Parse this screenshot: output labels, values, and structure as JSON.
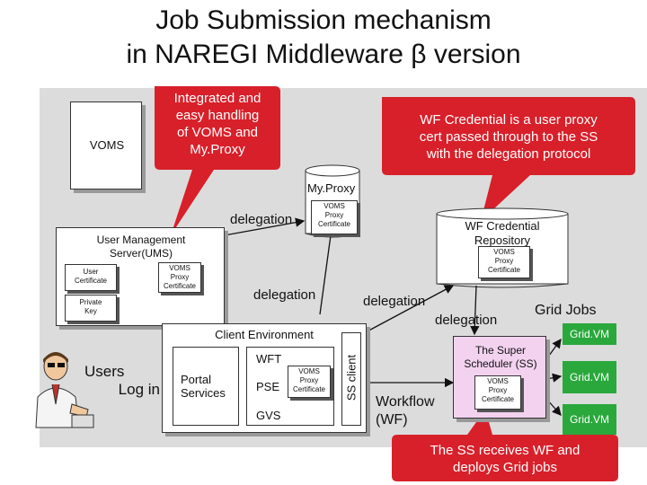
{
  "title": {
    "line1": "Job Submission mechanism",
    "line2": "in NAREGI Middleware β version"
  },
  "voms": "VOMS",
  "callout_left": {
    "l1": "Integrated and",
    "l2": "easy handling",
    "l3": "of VOMS and",
    "l4": "My.Proxy"
  },
  "callout_right": {
    "l1": "WF Credential is a user proxy",
    "l2": "cert passed through to the SS",
    "l3": "with the delegation protocol"
  },
  "callout_bottom": {
    "l1": "The SS receives WF and",
    "l2": "deploys Grid jobs"
  },
  "myproxy": "My.Proxy",
  "cert": {
    "l1": "VOMS",
    "l2": "Proxy",
    "l3": "Certificate"
  },
  "ums": {
    "l1": "User Management",
    "l2": "Server(UMS)"
  },
  "user_cert": {
    "l1": "User",
    "l2": "Certificate"
  },
  "private_key": {
    "l1": "Private",
    "l2": "Key"
  },
  "delegation": "delegation",
  "wf_repo": {
    "l1": "WF Credential",
    "l2": "Repository"
  },
  "grid_jobs": "Grid Jobs",
  "gridvm": "Grid.VM",
  "client_env": "Client Environment",
  "wft": "WFT",
  "pse": "PSE",
  "gvs": "GVS",
  "ss_client": "SS client",
  "portal": {
    "l1": "Portal",
    "l2": "Services"
  },
  "users": {
    "l1": "Users",
    "l2": "Log in"
  },
  "super_scheduler": {
    "l1": "The Super",
    "l2": "Scheduler (SS)"
  },
  "workflow": {
    "l1": "Workflow",
    "l2": "(WF)"
  },
  "colors": {
    "callout": "#d8202a",
    "panel": "#dcdcdc",
    "gridvm": "#2aa83c",
    "ss_box": "#f3d2f0"
  }
}
